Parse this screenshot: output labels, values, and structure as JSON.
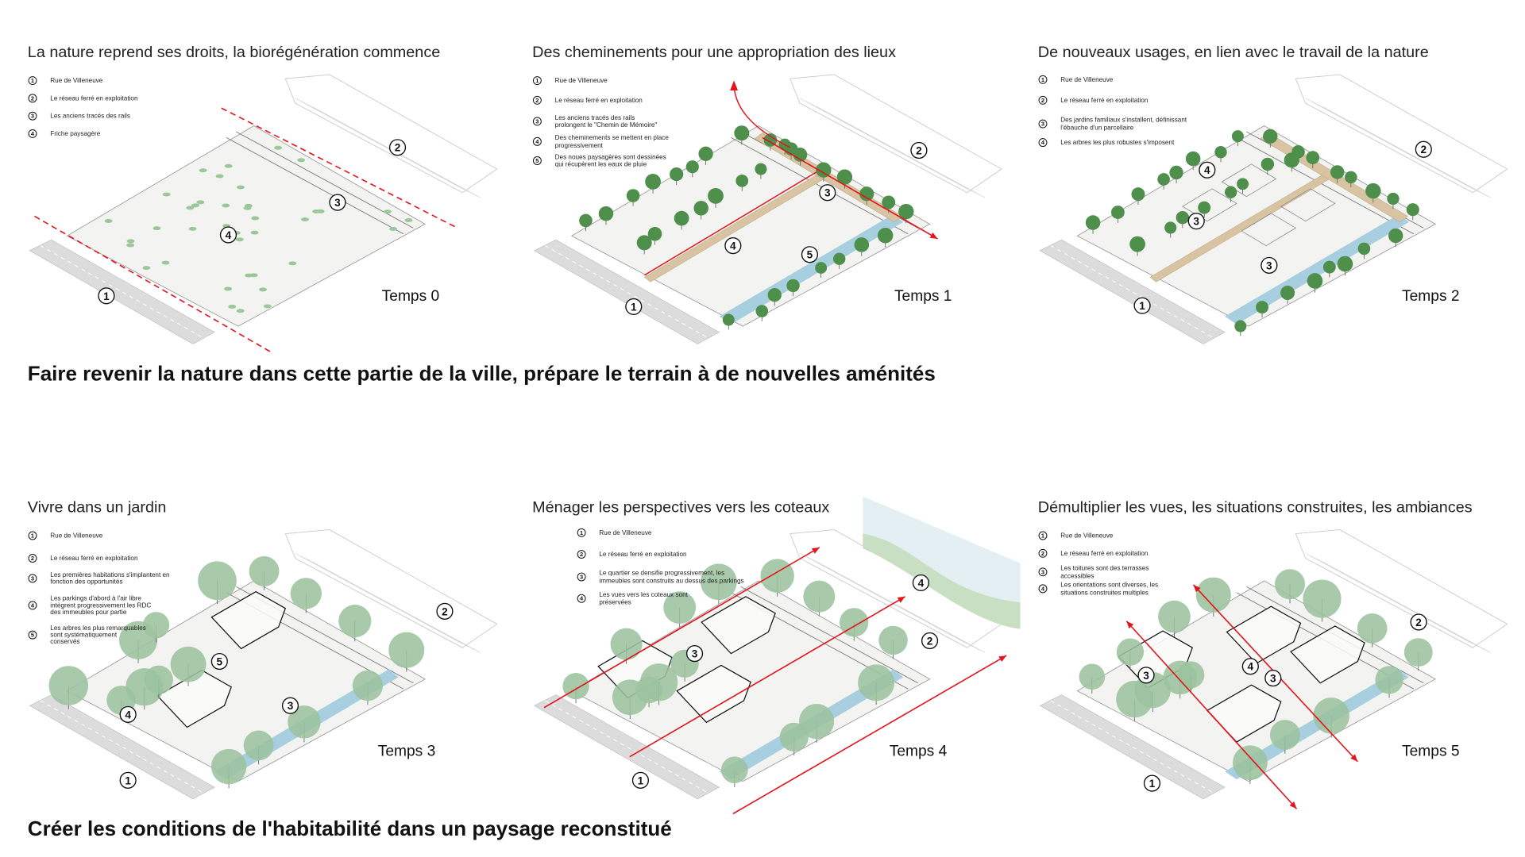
{
  "headlines": [
    "Faire revenir la nature dans cette partie de la ville, prépare le terrain à de nouvelles aménités",
    "Créer les conditions de l'habitabilité dans un paysage reconstitué"
  ],
  "colors": {
    "red_arrow": "#e3141b",
    "tree_dark": "#4e8f4c",
    "tree_light": "#9cc39e",
    "path": "#d8c4a2",
    "water": "#a7cfe0",
    "road": "#dcdcdc"
  },
  "panels": [
    {
      "title": "La nature reprend ses droits, la biorégénération commence",
      "temps": "Temps 0",
      "legend": [
        {
          "num": "1",
          "lines": [
            "Rue de Villeneuve"
          ]
        },
        {
          "num": "2",
          "lines": [
            "Le réseau ferré en exploitation"
          ]
        },
        {
          "num": "3",
          "lines": [
            "Les anciens tracés des rails"
          ]
        },
        {
          "num": "4",
          "lines": [
            "Friche paysagère"
          ]
        }
      ],
      "markers": [
        "1",
        "2",
        "3",
        "4"
      ]
    },
    {
      "title": "Des cheminements pour une appropriation des lieux",
      "temps": "Temps 1",
      "legend": [
        {
          "num": "1",
          "lines": [
            "Rue de Villeneuve"
          ]
        },
        {
          "num": "2",
          "lines": [
            "Le réseau ferré en exploitation"
          ]
        },
        {
          "num": "3",
          "lines": [
            "Les anciens tracés des rails",
            "prolongent le \"Chemin de Mémoire\""
          ]
        },
        {
          "num": "4",
          "lines": [
            "Des cheminements se mettent en place",
            "progressivement"
          ]
        },
        {
          "num": "5",
          "lines": [
            "Des noues paysagères sont dessinées",
            "qui récupèrent les eaux de pluie"
          ]
        }
      ],
      "markers": [
        "1",
        "2",
        "3",
        "4",
        "5"
      ]
    },
    {
      "title": "De nouveaux usages, en lien avec le travail de la nature",
      "temps": "Temps 2",
      "legend": [
        {
          "num": "1",
          "lines": [
            "Rue de Villeneuve"
          ]
        },
        {
          "num": "2",
          "lines": [
            "Le réseau ferré en exploitation"
          ]
        },
        {
          "num": "3",
          "lines": [
            "Des jardins familiaux s'installent, définissant",
            "l'ébauche d'un parcellaire"
          ]
        },
        {
          "num": "4",
          "lines": [
            "Les arbres les plus robustes s'imposent"
          ]
        }
      ],
      "markers": [
        "1",
        "2",
        "4",
        "3",
        "3"
      ]
    },
    {
      "title": "Vivre dans un jardin",
      "temps": "Temps 3",
      "legend": [
        {
          "num": "1",
          "lines": [
            "Rue de Villeneuve"
          ]
        },
        {
          "num": "2",
          "lines": [
            "Le réseau ferré en exploitation"
          ]
        },
        {
          "num": "3",
          "lines": [
            "Les premières habitations s'implantent en",
            "fonction des opportunités"
          ]
        },
        {
          "num": "4",
          "lines": [
            "Les parkings d'abord à l'air libre",
            "intègrent progressivement les RDC",
            "des immeubles pour partie"
          ]
        },
        {
          "num": "5",
          "lines": [
            "Les arbres les plus remarquables",
            "sont systématiquement",
            "conservés"
          ]
        }
      ],
      "markers": [
        "1",
        "2",
        "5",
        "4",
        "3"
      ]
    },
    {
      "title": "Ménager les perspectives vers les coteaux",
      "temps": "Temps 4",
      "legend": [
        {
          "num": "1",
          "lines": [
            "Rue de Villeneuve"
          ]
        },
        {
          "num": "2",
          "lines": [
            "Le réseau ferré en exploitation"
          ]
        },
        {
          "num": "3",
          "lines": [
            "Le quartier se densifie progressivement, les",
            "immeubles sont construits au dessus des parkings"
          ]
        },
        {
          "num": "4",
          "lines": [
            "Les  vues vers les coteaux sont",
            "préservées"
          ]
        }
      ],
      "markers": [
        "1",
        "2",
        "4",
        "3"
      ]
    },
    {
      "title": "Démultiplier les vues, les situations construites, les ambiances",
      "temps": "Temps 5",
      "legend": [
        {
          "num": "1",
          "lines": [
            "Rue de Villeneuve"
          ]
        },
        {
          "num": "2",
          "lines": [
            "Le réseau ferré en exploitation"
          ]
        },
        {
          "num": "3",
          "lines": [
            "Les toitures sont des terrasses",
            "accessibles"
          ]
        },
        {
          "num": "4",
          "lines": [
            "Les orientations sont diverses, les",
            "situations construites multiples"
          ]
        }
      ],
      "markers": [
        "1",
        "2",
        "3",
        "4",
        "3"
      ]
    }
  ]
}
